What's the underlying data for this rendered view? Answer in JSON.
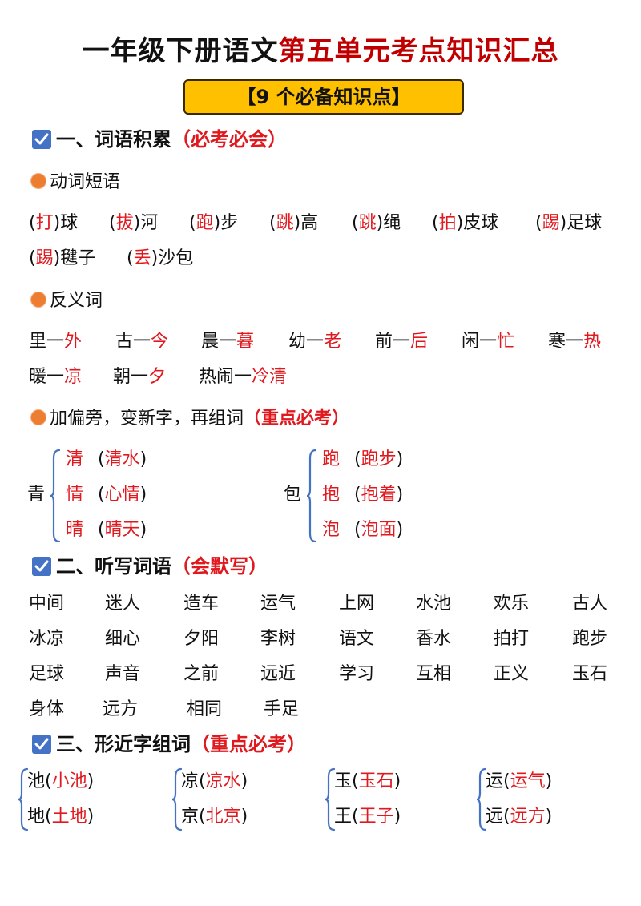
{
  "title": {
    "part1": "一年级下册语文",
    "part2": "第五单元考点知识汇总"
  },
  "badge": "【9 个必备知识点】",
  "sections": {
    "s1": {
      "label": "一、词语积累",
      "note": "（必考必会）",
      "verb": {
        "label": "动词短语",
        "items": [
          {
            "o": "(",
            "key": "打",
            "c": ")",
            "rest": "球"
          },
          {
            "o": "(",
            "key": "拔",
            "c": ")",
            "rest": "河"
          },
          {
            "o": "(",
            "key": "跑",
            "c": ")",
            "rest": "步"
          },
          {
            "o": "(",
            "key": "跳",
            "c": ")",
            "rest": "高"
          },
          {
            "o": "(",
            "key": "跳",
            "c": ")",
            "rest": "绳"
          },
          {
            "o": "(",
            "key": "拍",
            "c": ")",
            "rest": "皮球"
          },
          {
            "o": "(",
            "key": "踢",
            "c": ")",
            "rest": "足球"
          },
          {
            "o": "(",
            "key": "踢",
            "c": ")",
            "rest": "毽子"
          },
          {
            "o": "(",
            "key": "丢",
            "c": ")",
            "rest": "沙包"
          }
        ]
      },
      "antonym": {
        "label": "反义词",
        "items": [
          {
            "a": "里一",
            "b": "外"
          },
          {
            "a": "古一",
            "b": "今"
          },
          {
            "a": "晨一",
            "b": "暮"
          },
          {
            "a": "幼一",
            "b": "老"
          },
          {
            "a": "前一",
            "b": "后"
          },
          {
            "a": "闲一",
            "b": "忙"
          },
          {
            "a": "寒一",
            "b": "热"
          },
          {
            "a": "暖一",
            "b": "凉"
          },
          {
            "a": "朝一",
            "b": "夕"
          },
          {
            "a": "热闹一",
            "b": "冷清"
          }
        ]
      },
      "radical": {
        "label": "加偏旁，变新字，再组词",
        "note": "（重点必考）",
        "groups": [
          {
            "root": "青",
            "items": [
              {
                "ch": "清",
                "o": "(",
                "w": "清水",
                "c": ")"
              },
              {
                "ch": "情",
                "o": "(",
                "w": "心情",
                "c": ")"
              },
              {
                "ch": "晴",
                "o": "(",
                "w": "晴天",
                "c": ")"
              }
            ]
          },
          {
            "root": "包",
            "items": [
              {
                "ch": "跑",
                "o": "(",
                "w": "跑步",
                "c": ")"
              },
              {
                "ch": "抱",
                "o": "(",
                "w": "抱着",
                "c": ")"
              },
              {
                "ch": "泡",
                "o": "(",
                "w": "泡面",
                "c": ")"
              }
            ]
          }
        ]
      }
    },
    "s2": {
      "label": "二、听写词语",
      "note": "（会默写）",
      "rows": [
        [
          "中间",
          "迷人",
          "造车",
          "运气",
          "上网",
          "水池",
          "欢乐",
          "古人"
        ],
        [
          "冰凉",
          "细心",
          "夕阳",
          "李树",
          "语文",
          "香水",
          "拍打",
          "跑步"
        ],
        [
          "足球",
          "声音",
          "之前",
          "远近",
          "学习",
          "互相",
          "正义",
          "玉石"
        ],
        [
          "身体",
          "远方",
          "相同",
          "手足"
        ]
      ]
    },
    "s3": {
      "label": "三、形近字组词",
      "note": "（重点必考）",
      "groups": [
        [
          {
            "a": "池",
            "o": "(",
            "w": "小池",
            "c": ")"
          },
          {
            "a": "地",
            "o": "(",
            "w": "土地",
            "c": ")"
          }
        ],
        [
          {
            "a": "凉",
            "o": "(",
            "w": "凉水",
            "c": ")"
          },
          {
            "a": "京",
            "o": "(",
            "w": "北京",
            "c": ")"
          }
        ],
        [
          {
            "a": "玉",
            "o": "(",
            "w": "玉石",
            "c": ")"
          },
          {
            "a": "王",
            "o": "(",
            "w": "王子",
            "c": ")"
          }
        ],
        [
          {
            "a": "运",
            "o": "(",
            "w": "运气",
            "c": ")"
          },
          {
            "a": "远",
            "o": "(",
            "w": "远方",
            "c": ")"
          }
        ]
      ]
    }
  },
  "colors": {
    "accent_red": "#e0191f",
    "heading_red": "#c00000",
    "badge_bg": "#ffc000",
    "check_blue": "#4472c4",
    "dot_orange": "#ed7d31"
  }
}
